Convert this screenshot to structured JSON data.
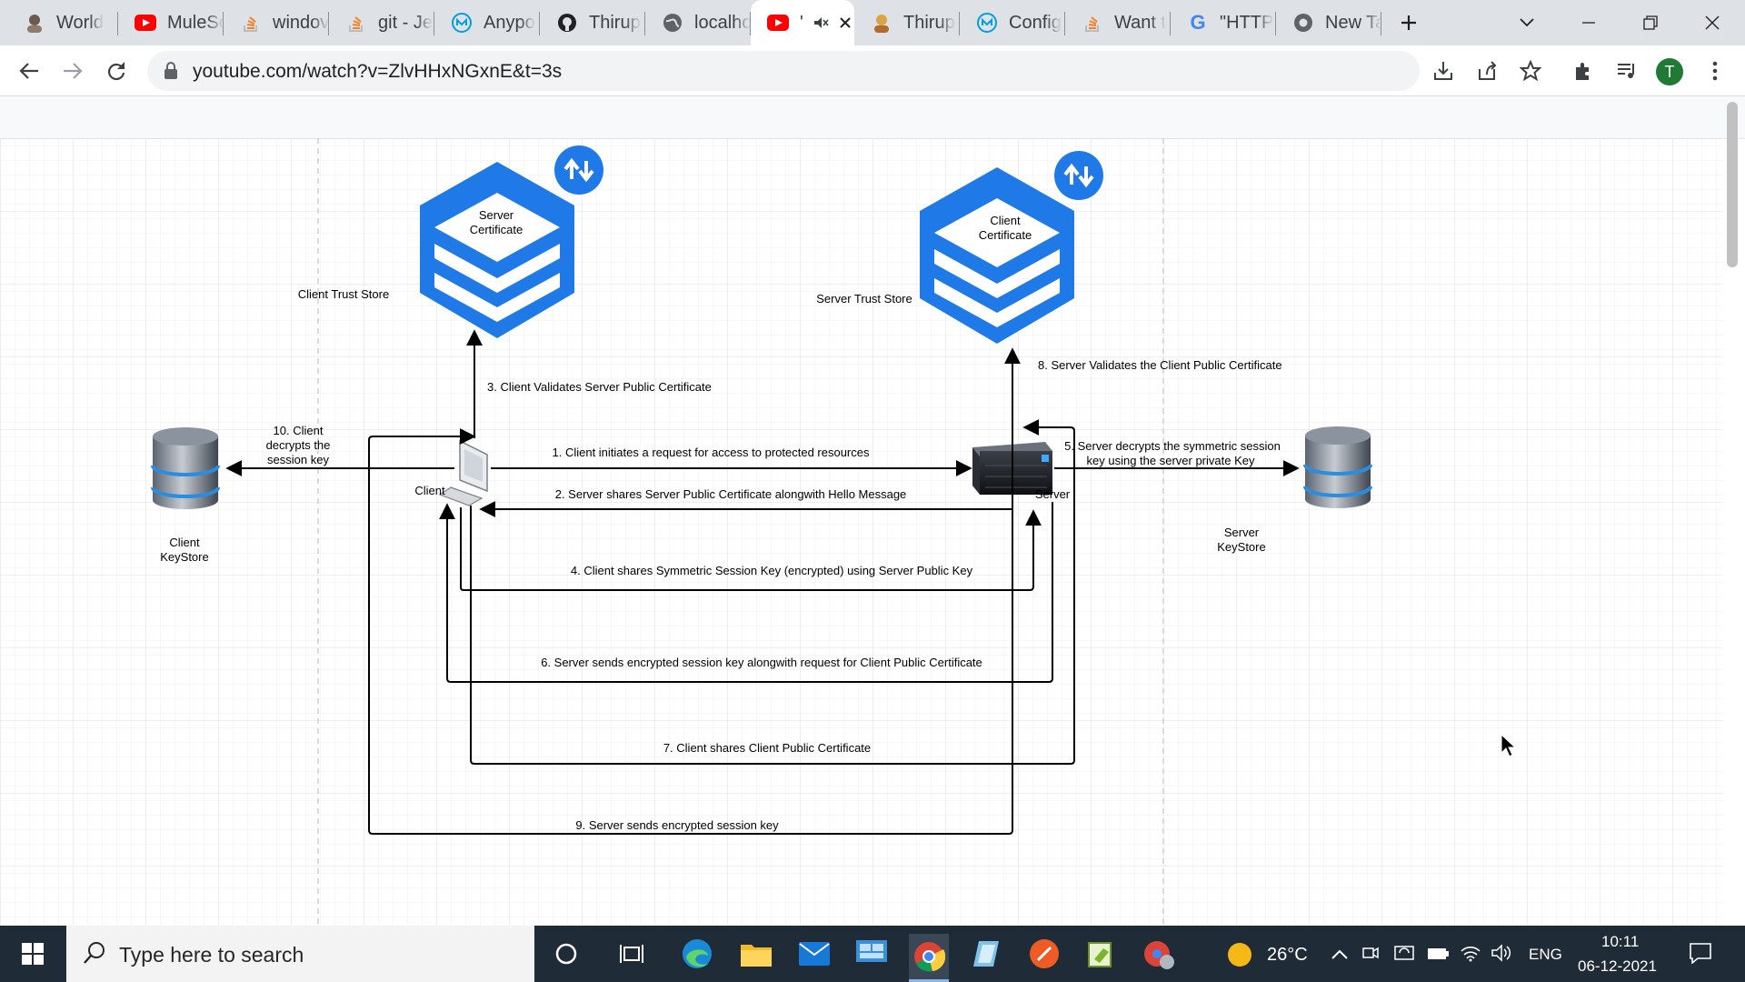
{
  "browser": {
    "tabs": [
      {
        "title": "World",
        "icon": "avatar-favicon-icon"
      },
      {
        "title": "MuleSc",
        "icon": "youtube-icon"
      },
      {
        "title": "windov",
        "icon": "stackoverflow-icon"
      },
      {
        "title": "git - Je",
        "icon": "stackoverflow-icon"
      },
      {
        "title": "Anypo",
        "icon": "mulesoft-icon"
      },
      {
        "title": "Thirup",
        "icon": "github-icon"
      },
      {
        "title": "localho",
        "icon": "globe-icon"
      },
      {
        "title": "'",
        "icon": "youtube-icon"
      },
      {
        "title": "Thirup",
        "icon": "profile-favicon-icon"
      },
      {
        "title": "Config",
        "icon": "mulesoft-icon"
      },
      {
        "title": "Want t",
        "icon": "stackoverflow-icon"
      },
      {
        "title": "\"HTTP",
        "icon": "google-icon"
      },
      {
        "title": "New Ta",
        "icon": "chrome-icon"
      }
    ],
    "url": "youtube.com/watch?v=ZlvHHxNGxnE&t=3s",
    "profile_initial": "T"
  },
  "diagram": {
    "server_certificate": "Server\nCertificate",
    "client_certificate": "Client\nCertificate",
    "client_trust_store": "Client Trust Store",
    "server_trust_store": "Server Trust Store",
    "client_keystore": "Client\nKeyStore",
    "server_keystore": "Server\nKeyStore",
    "client_label": "Client",
    "server_label": "Server",
    "steps": {
      "s1": "1. Client initiates a request for access to protected resources",
      "s2": "2. Server shares Server Public Certificate alongwith Hello Message",
      "s3": "3. Client Validates Server Public Certificate",
      "s4": "4. Client shares Symmetric Session Key (encrypted) using Server Public Key",
      "s5": "5. Server decrypts the symmetric session\nkey using the server private Key",
      "s6": "6. Server sends encrypted session key alongwith request for Client Public Certificate",
      "s7": "7. Client shares Client Public Certificate",
      "s8": "8. Server Validates the Client Public Certificate",
      "s9": "9. Server sends encrypted session key",
      "s10": "10. Client\ndecrypts the\nsession key"
    }
  },
  "taskbar": {
    "search_placeholder": "Type here to search",
    "temperature": "26°C",
    "language": "ENG",
    "time": "10:11",
    "date": "06-12-2021"
  }
}
